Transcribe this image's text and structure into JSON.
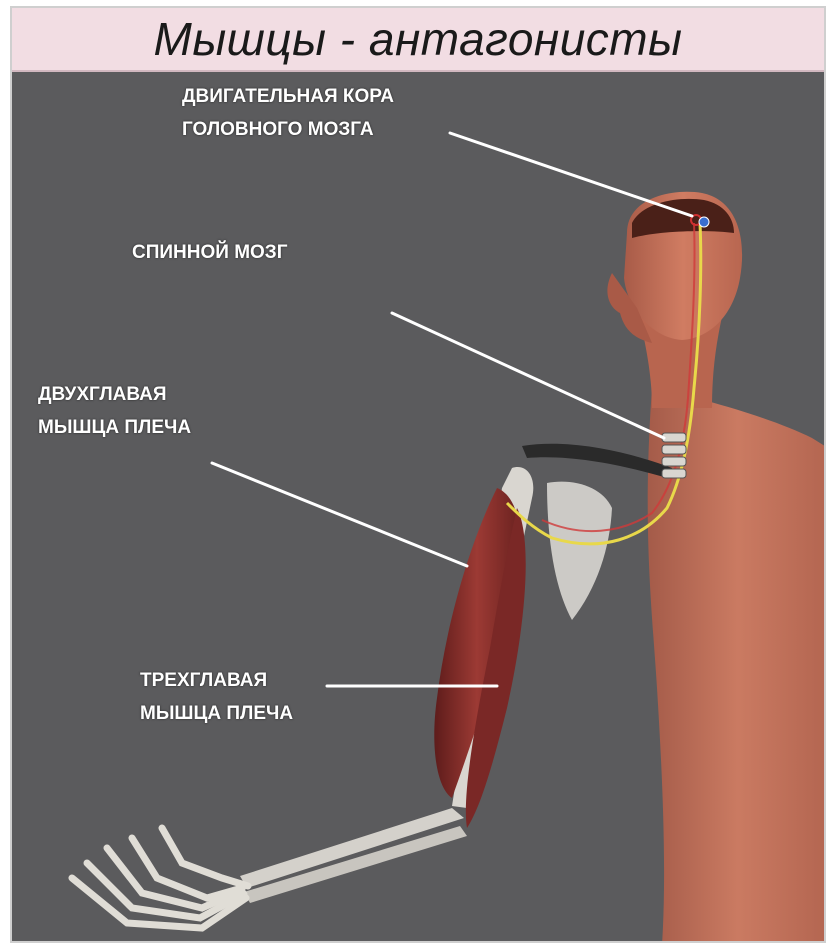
{
  "title": "Мышцы - антагонисты",
  "labels": {
    "motor_cortex_line1": "ДВИГАТЕЛЬНАЯ КОРА",
    "motor_cortex_line2": "ГОЛОВНОГО МОЗГА",
    "spinal_cord": "СПИННОЙ МОЗГ",
    "biceps_line1": "ДВУХГЛАВАЯ",
    "biceps_line2": "МЫШЦА ПЛЕЧА",
    "triceps_line1": "ТРЕХГЛАВАЯ",
    "triceps_line2": "МЫШЦА ПЛЕЧА"
  },
  "colors": {
    "background": "#5b5b5d",
    "title_bar": "#f2dde3",
    "skin": "#c9735a",
    "muscle": "#8a2f2c",
    "bone": "#d9d6d0",
    "nerve": "#e8d84a"
  }
}
